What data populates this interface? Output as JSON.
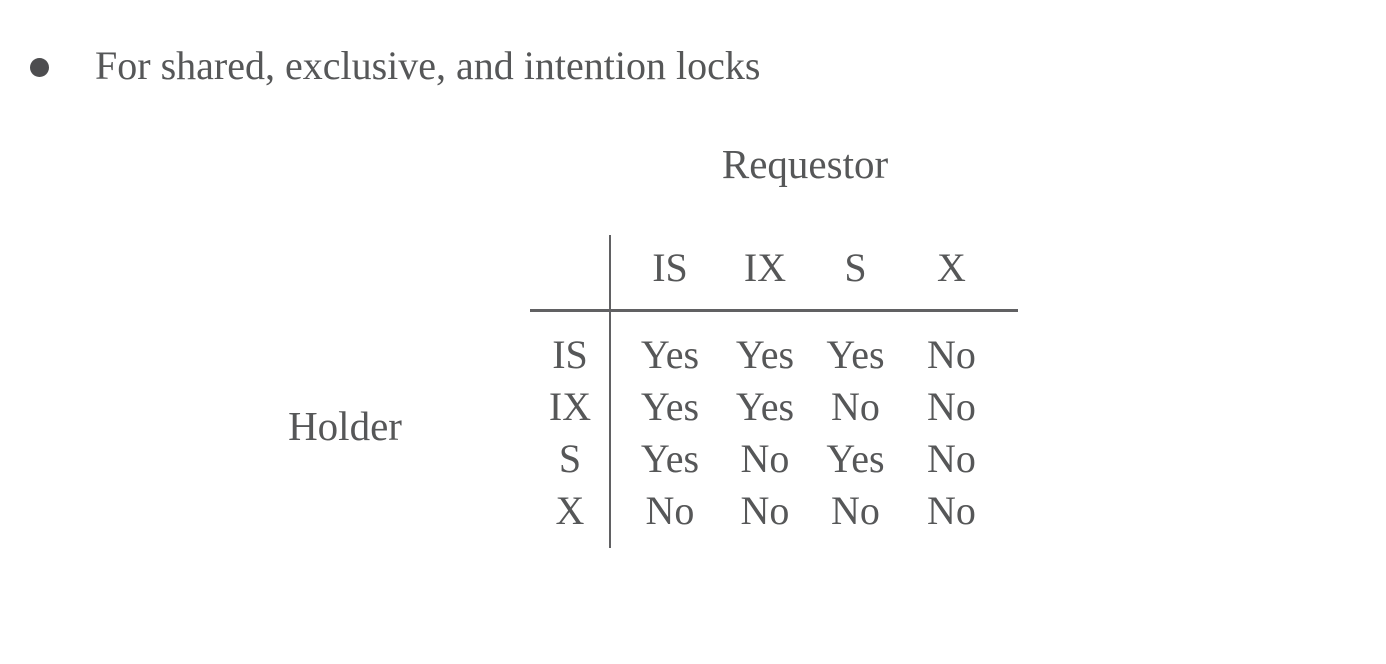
{
  "bullet": {
    "text": "For shared, exclusive, and intention locks"
  },
  "matrix": {
    "requestor_label": "Requestor",
    "holder_label": "Holder",
    "column_headers": [
      "IS",
      "IX",
      "S",
      "X"
    ],
    "rows": [
      {
        "label": "IS",
        "values": [
          "Yes",
          "Yes",
          "Yes",
          "No"
        ]
      },
      {
        "label": "IX",
        "values": [
          "Yes",
          "Yes",
          "No",
          "No"
        ]
      },
      {
        "label": "S",
        "values": [
          "Yes",
          "No",
          "Yes",
          "No"
        ]
      },
      {
        "label": "X",
        "values": [
          "No",
          "No",
          "No",
          "No"
        ]
      }
    ]
  },
  "colors": {
    "text": "#565758",
    "rule": "#616163",
    "bullet": "#4d4d4f",
    "background": "#ffffff"
  }
}
